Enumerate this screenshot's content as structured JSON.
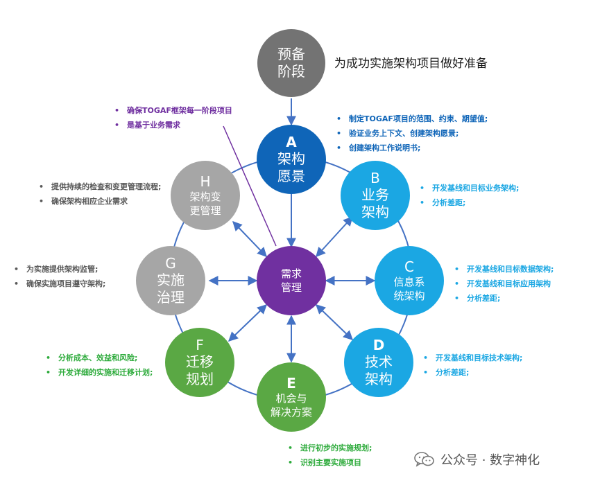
{
  "prep": {
    "name": "预备\n阶段",
    "tagline": "为成功实施架构项目做好准备"
  },
  "center": {
    "name": "需求\n管理"
  },
  "phases": [
    {
      "letter": "A",
      "name": "架构\n愿景",
      "color": "#0f65b8",
      "notes": [
        "制定TOGAF项目的范围、约束、期望值;",
        "验证业务上下文、创建架构愿景;",
        "创建架构工作说明书;"
      ]
    },
    {
      "letter": "B",
      "name": "业务\n架构",
      "color": "#1ba7e3",
      "notes": [
        "开发基线和目标业务架构;",
        "分析差距;"
      ]
    },
    {
      "letter": "C",
      "name": "信息系\n统架构",
      "color": "#1ba7e3",
      "notes": [
        "开发基线和目标数据架构;",
        "开发基线和目标应用架构",
        "分析差距;"
      ]
    },
    {
      "letter": "D",
      "name": "技术\n架构",
      "color": "#1ba7e3",
      "notes": [
        "开发基线和目标技术架构;",
        "分析差距;"
      ]
    },
    {
      "letter": "E",
      "name": "机会与\n解决方案",
      "color": "#5aa844",
      "notes": [
        "进行初步的实施规划;",
        "识别主要实施项目"
      ]
    },
    {
      "letter": "F",
      "name": "迁移\n规划",
      "color": "#5aa844",
      "notes": [
        "分析成本、效益和风险;",
        "开发详细的实施和迁移计划;"
      ]
    },
    {
      "letter": "G",
      "name": "实施\n治理",
      "color": "#a6a6a6",
      "notes": [
        "为实施提供架构监管;",
        "确保实施项目遵守架构;"
      ]
    },
    {
      "letter": "H",
      "name": "架构变\n更管理",
      "color": "#a6a6a6",
      "notes": [
        "提供持续的检查和变更管理流程;",
        "确保架构相应企业需求"
      ]
    }
  ],
  "requirement_note": [
    "确保TOGAF框架每一阶段项目",
    "是基于业务需求"
  ],
  "colors": {
    "prep": "#737373",
    "center": "#7030a0",
    "ring": "#4472c4",
    "note_grey": "#595959",
    "note_green": "#2eab3c",
    "note_blue": "#1ba7e3",
    "note_dark_blue": "#0f65b8",
    "note_purple": "#7030a0"
  },
  "watermark": {
    "text": "公众号 · 数字神化",
    "icon": "wechat-icon"
  }
}
